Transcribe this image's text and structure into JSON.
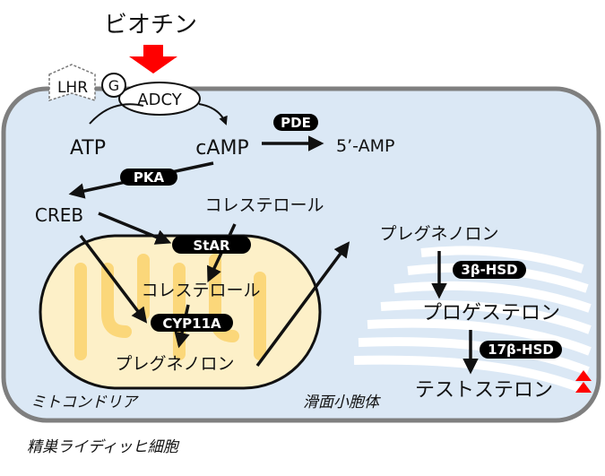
{
  "top": {
    "stimulus": "ビオチン"
  },
  "receptor": {
    "lhr": "LHR",
    "g": "G",
    "adcy": "ADCY"
  },
  "molecules": {
    "atp": "ATP",
    "camp": "cAMP",
    "five_amp": "5’-AMP",
    "creb": "CREB",
    "cholesterol_cyto": "コレステロール",
    "cholesterol_mito": "コレステロール",
    "pregnenolone_mito": "プレグネノロン",
    "pregnenolone_er": "プレグネノロン",
    "progesterone": "プロゲステロン",
    "testosterone": "テストステロン"
  },
  "enzymes": {
    "pde": "PDE",
    "pka": "PKA",
    "star": "StAR",
    "cyp11a": "CYP11A",
    "hsd3b": "3β-HSD",
    "hsd17b": "17β-HSD"
  },
  "organelles": {
    "mitochondria": "ミトコンドリア",
    "smooth_er": "滑面小胞体"
  },
  "caption": "精巣ライディッヒ細胞",
  "colors": {
    "cell_fill": "#dbe8f5",
    "cell_border": "#7f7f7f",
    "mito_fill": "#fdf0c8",
    "mito_cristae": "#fbd77a",
    "arrow_red": "#ff0000",
    "pill": "#000000"
  }
}
